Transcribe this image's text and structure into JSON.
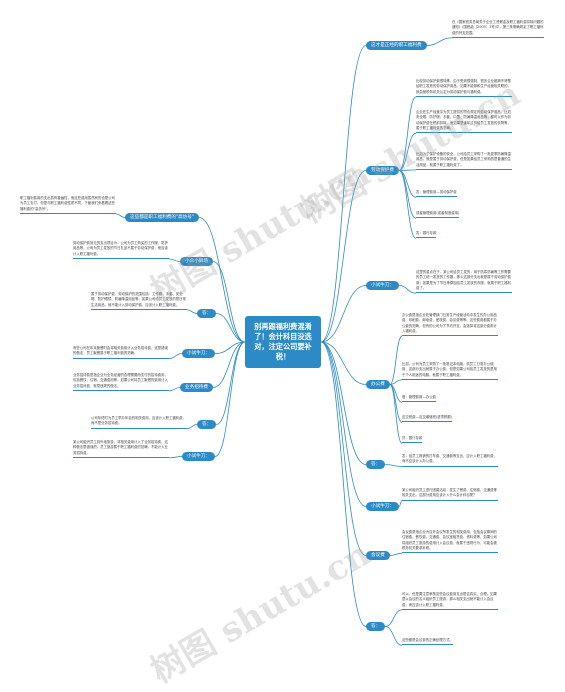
{
  "root": "别再跟福利费混淆了！会计科目没选对，注定公司要补税！",
  "branches": {
    "b1": "这才是正经的职工福利费",
    "b2": "劳动保护费",
    "b3": "小试牛刀：",
    "b4": "办公费",
    "b5": "答：",
    "b6": "小试牛刀：",
    "b7": "会议费",
    "b8": "答：",
    "b9": "这些都是职工福利费的\"高仿号\"",
    "b10": "小众小鲜场",
    "b11": "答：",
    "b12": "小试牛刀：",
    "b13": "业务招待费",
    "b14": "答：",
    "b15": "小试牛刀："
  },
  "leaves": {
    "l1": "在《国家税务总局关于企业工资薪金及职工福利费扣除问题的通知》(国税函〔2009〕3号)中，第三条明确规定了职工福利费的列支范围。",
    "l2": "比较劳动保护费很特殊，由于受到很强制，很多企业都搞不清楚给职工发放的劳动保护用品，如果不能够和生产经营相关联的，就会被税务机关认定为劳动保护费与福利费。",
    "l3": "企业在生产经营中为员工提供的符合规定的劳动保护用品，比如安全帽、防护服、手套、口罩、防暑降温用品等，都可以作为劳动保护费在税前扣除，而如果是逢年过节给员工发放的衣物等，属于职工福利费的范畴。",
    "l4": "比如为了保护设备的安全，公司给员工采购了一批夏季防暑降温用品，就是属于劳动保护费，但是如果给员工采购的是普通的生活用品，就属于职工福利费了。",
    "l5": "答：管理费用—劳动保护费",
    "l6": "或者管理费用(或者制造费用)",
    "l7": "答：银行存款",
    "l8": "这里的重点在于，某公司给员工发的，用于防寒防暑等工作需要的员工统一发放的工作服，那么这部分支出就是属于劳动保护费用；如果是为了节日等原因给员工发放的衣服，就属于职工福利费了。",
    "l9": "办公费是指企业在管理部门日常生产经营活动中发生的办公用品费、印刷费、邮电费、差旅费、会议费等等。这些费用都属于办公费的范畴，但有的公司为了节约开支，会选择将这部分费用计入福利费。",
    "l10": "比如，公司为员工采购了一批笔记本电脑，供员工日常办公使用，这部分支出就属于办公费，但是如果公司给员工发放的是用于个人用途的电脑，就属于职工福利费。",
    "l11": "借：管理费用—办公费",
    "l12": "应交税费—应交增值税(进项税额)",
    "l13": "贷：银行存款",
    "l14": "答：给员工报销的打车费、交通费等支出，应计入职工福利费，而不应该计入办公费。",
    "l15": "某公司组织员工进行团建活动，发生了餐费、住宿费、交通费等相关支出，这部分费用应该计入什么会计科目呢？",
    "l16": "会议费是指企业为召开会议所发生的相关费用，包括会议期间的住宿费、餐饮费、交通费、会议室租赁费、资料费等，如果公司将组织员工旅游的费用计入会议费，就属于违规行为，可能会被税务机关要求补税。",
    "l17": "可以，但是要注意审核这些会议费用支出是否真实、合理。如果是以会议的名义组织员工旅游，那么相关支出就不能计入会议费，而应该计入职工福利费。",
    "l18": "这些都是会议费的正确处理方式。",
    "l19": "职工福利费用的支出具有普遍性，而这些费用虽然有的也是公司为员工支付，但是与职工福利费性质不同，下面我们来看看这些福利费的\"高仿号\"。",
    "l20": "劳动保护费常见的支出项目为：公司为员工购买的工作服、防护用品等，公司为员工发放的节日礼品不属于劳动保护费，而应该计入职工福利费。",
    "l21": "属于劳动保护费，劳动保护的范围包括：工作服、手套、安全帽、防护眼镜、防暑降温用品等，如果公司给员工发放的是日常生活用品，就不能计入劳动保护费，应该计入职工福利费。",
    "l22": "有些公司在年末聚餐时会将相关费用计入业务招待费，这是错误的做法，员工聚餐属于职工福利费的范畴。",
    "l23": "业务招待费是指企业为业务经营的合理需要而支付的招待费用，包括餐饮、住宿、交通费用等，如果公司将员工聚餐的费用计入业务招待费，就是违规的做法。",
    "l24": "公司年终时为员工举办年会的相关费用，应该计入职工福利费，而不是业务招待费。",
    "l25": "某公司组织员工到外地旅游，将相关费用计入了业务招待费，这种做法是错误的，员工旅游属于职工福利费的范畴，不能计入业务招待费。"
  },
  "watermarks": [
    "树图 shutu.cn",
    "树图 shutu.cn",
    "树图 shutu.cn"
  ],
  "colors": {
    "accent": "#2c8ac6",
    "root": "#2c8ac6",
    "line": "#2c8ac6"
  }
}
